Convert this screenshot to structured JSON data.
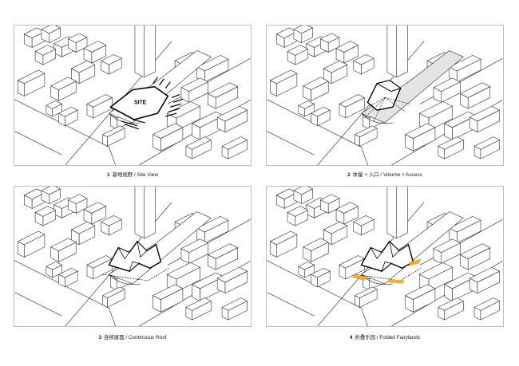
{
  "panels": [
    {
      "number": "1",
      "caption": "基地视野 / Site View",
      "site_label": "SITE"
    },
    {
      "number": "2",
      "caption": "体量 + 入口 / Volume + Access"
    },
    {
      "number": "3",
      "caption": "连续屋面 / Continuous Roof"
    },
    {
      "number": "4",
      "caption": "折叠乐园 / Folded Fairylands"
    }
  ],
  "colors": {
    "line": "#2b2b2b",
    "plaza": "#e4e4e4",
    "accent": "#f5a623",
    "frame": "#bdbdbd"
  }
}
